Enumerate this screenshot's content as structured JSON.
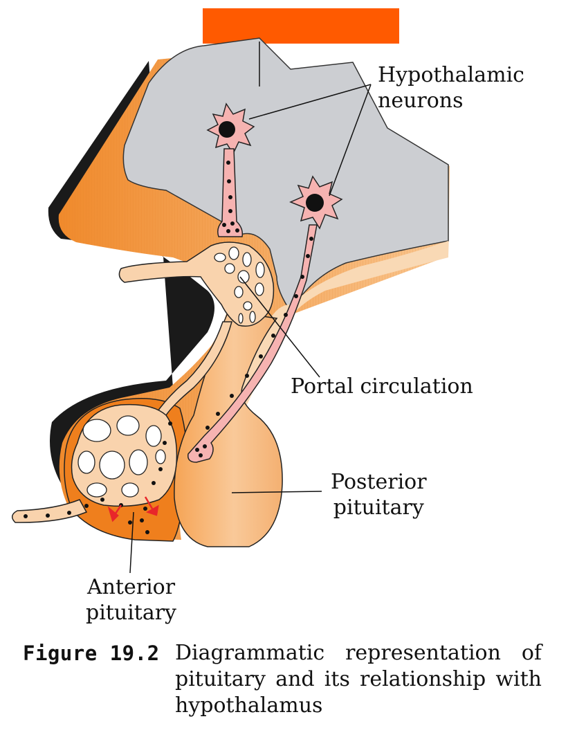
{
  "labels": {
    "hypothalamic_line1": "Hypothalamic",
    "hypothalamic_line2": "neurons",
    "portal": "Portal circulation",
    "posterior_line1": "Posterior",
    "posterior_line2": "pituitary",
    "anterior_line1": "Anterior",
    "anterior_line2": "pituitary"
  },
  "caption": {
    "label": "Figure 19.2",
    "text": "Diagrammatic representation of pituitary and its relationship with hypothalamus"
  },
  "colors": {
    "redaction_box": "#ff5a00",
    "hypothalamus": "#ccced2",
    "tissue_light": "#f7c99a",
    "tissue_mid": "#f29a4a",
    "anterior_dark": "#ef7f1d",
    "shadow": "#1a1a1a",
    "neuron": "#f6b3b1",
    "arrow": "#e8262a"
  }
}
